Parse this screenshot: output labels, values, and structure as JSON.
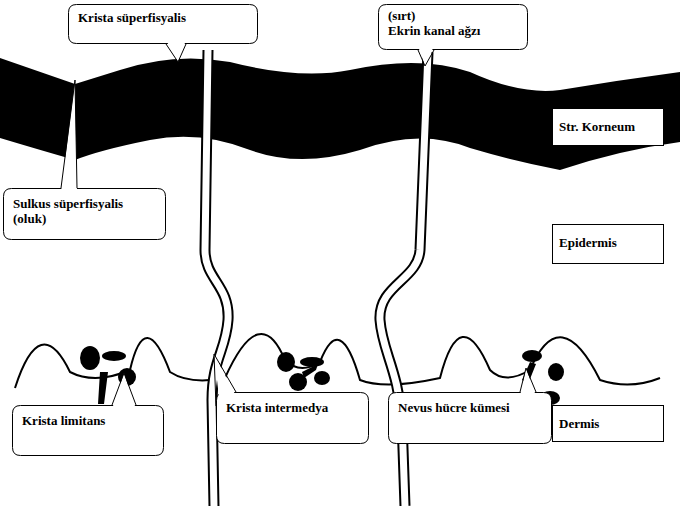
{
  "diagram": {
    "nodes": [
      {
        "text": [
          "Krista süperfisyalis"
        ]
      },
      {
        "text": [
          "(sırt)",
          "Ekrin kanal ağzı"
        ]
      },
      {
        "text": [
          "Str. Korneum"
        ]
      },
      {
        "text": [
          "Sulkus süperfisyalis (oluk)"
        ]
      },
      {
        "text": [
          "Epidermis"
        ]
      },
      {
        "text": [
          "Krista limitans"
        ]
      },
      {
        "text": [
          "Krista intermedya"
        ]
      },
      {
        "text": [
          "Nevus hücre kümesi"
        ]
      },
      {
        "text": [
          "Dermis"
        ]
      }
    ]
  }
}
